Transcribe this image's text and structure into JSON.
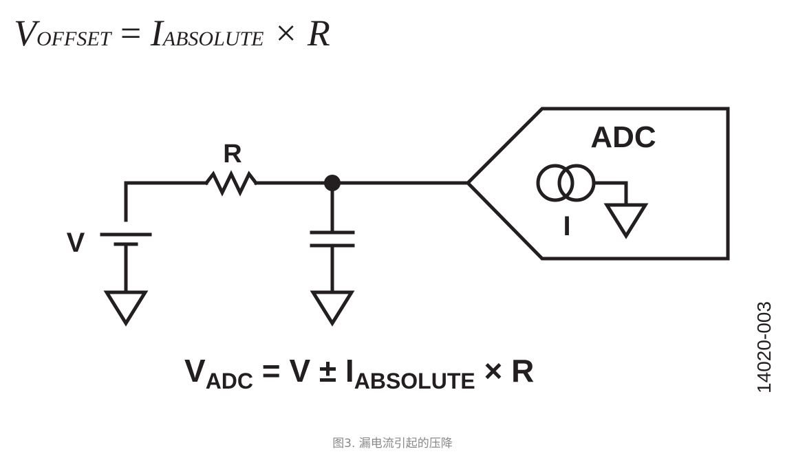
{
  "formula_top": {
    "main": "V",
    "main_sub": "OFFSET",
    "equals": " = ",
    "current": "I",
    "current_sub": "ABSOLUTE",
    "times_r": " × R"
  },
  "circuit": {
    "resistor_label": "R",
    "source_label": "V",
    "adc_label": "ADC",
    "current_source_label": "I"
  },
  "formula_bottom": {
    "main": "V",
    "main_sub": "ADC",
    "rhs": " = V ± I",
    "current_sub": "ABSOLUTE",
    "tail": " × R"
  },
  "figure_id": "14020-003",
  "caption": "图3. 漏电流引起的压降"
}
